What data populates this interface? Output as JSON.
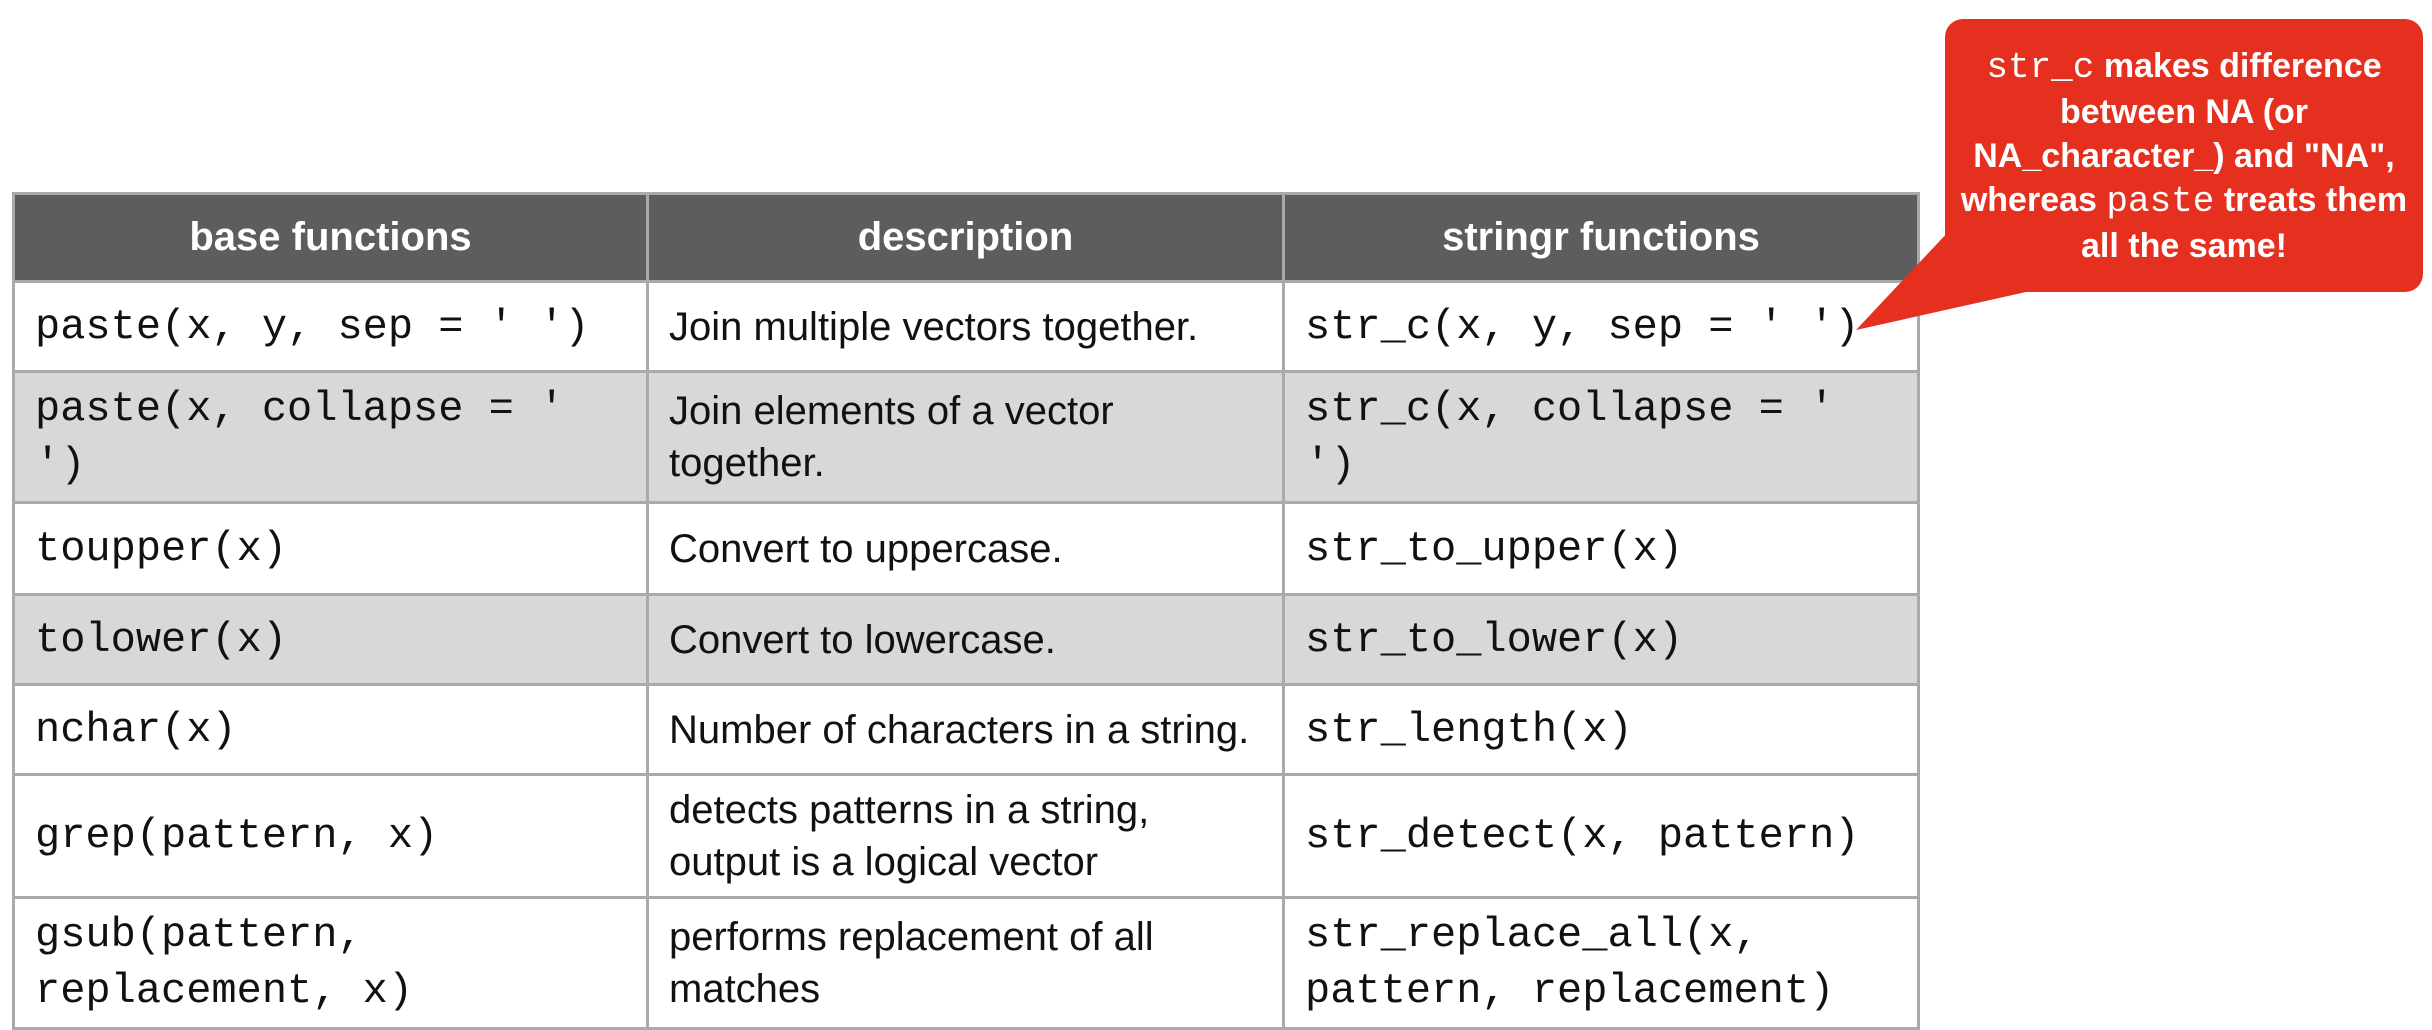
{
  "table": {
    "headers": [
      "base functions",
      "description",
      "stringr functions"
    ],
    "rows": [
      {
        "base": "paste(x, y, sep = ' ')",
        "description": "Join multiple vectors together.",
        "stringr": "str_c(x, y, sep = ' ')",
        "shaded": false
      },
      {
        "base": "paste(x, collapse = ' ')",
        "description": "Join elements of a vector together.",
        "stringr": "str_c(x, collapse = ' ')",
        "shaded": true
      },
      {
        "base": "toupper(x)",
        "description": "Convert to uppercase.",
        "stringr": "str_to_upper(x)",
        "shaded": false
      },
      {
        "base": "tolower(x)",
        "description": "Convert to lowercase.",
        "stringr": "str_to_lower(x)",
        "shaded": true
      },
      {
        "base": "nchar(x)",
        "description": "Number of characters in a string.",
        "stringr": "str_length(x)",
        "shaded": false
      },
      {
        "base": "grep(pattern, x)",
        "description": "detects patterns in a string, output is a logical vector",
        "stringr": "str_detect(x, pattern)",
        "shaded": false
      },
      {
        "base": "gsub(pattern, replacement, x)",
        "description": "performs replacement of all matches",
        "stringr": "str_replace_all(x, pattern, replacement)",
        "shaded": false
      }
    ]
  },
  "callout": {
    "lines": [
      [
        {
          "text": "str_c",
          "mono": true
        },
        {
          "text": " makes difference",
          "mono": false
        }
      ],
      [
        {
          "text": "between NA (or",
          "mono": false
        }
      ],
      [
        {
          "text": "NA_character_) and \"NA\",",
          "mono": false
        }
      ],
      [
        {
          "text": "whereas ",
          "mono": false
        },
        {
          "text": "paste",
          "mono": true
        },
        {
          "text": " treats them",
          "mono": false
        }
      ],
      [
        {
          "text": "all the same!",
          "mono": false
        }
      ]
    ]
  },
  "colors": {
    "header_bg": "#5d5d5d",
    "row_alt": "#d8d8d8",
    "border": "#a8abad",
    "callout_bg": "#e5301f",
    "callout_text": "#ffffff",
    "text": "#111111"
  }
}
